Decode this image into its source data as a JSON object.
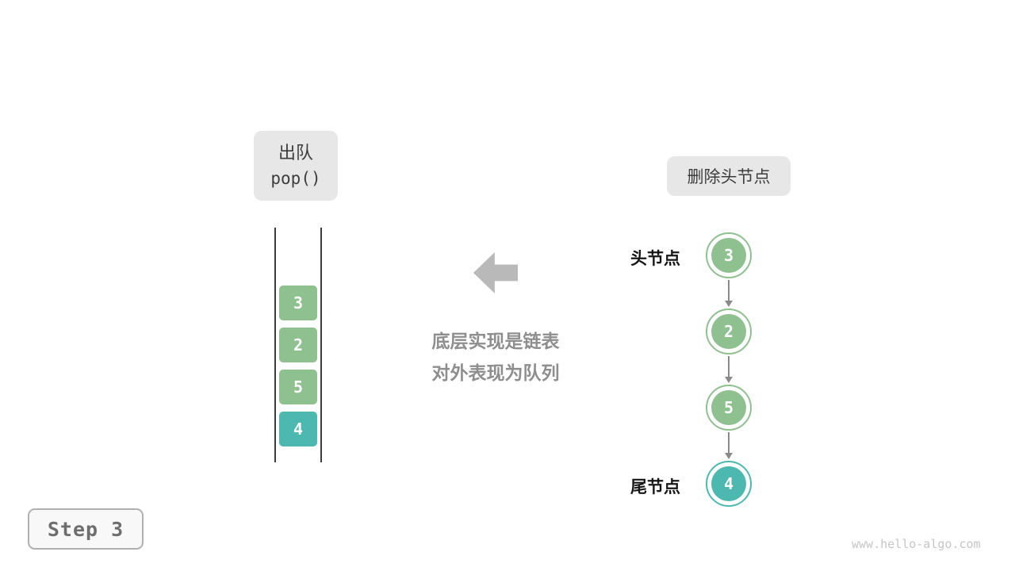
{
  "operation_box": {
    "line1": "出队",
    "line2": "pop()"
  },
  "action_box": {
    "label": "删除头节点"
  },
  "queue": {
    "items": [
      {
        "value": "3",
        "color": "green"
      },
      {
        "value": "2",
        "color": "green"
      },
      {
        "value": "5",
        "color": "green"
      },
      {
        "value": "4",
        "color": "teal"
      }
    ]
  },
  "linked_list": {
    "head_label": "头节点",
    "tail_label": "尾节点",
    "nodes": [
      {
        "value": "3",
        "color": "green"
      },
      {
        "value": "2",
        "color": "green"
      },
      {
        "value": "5",
        "color": "green"
      },
      {
        "value": "4",
        "color": "teal"
      }
    ]
  },
  "caption": {
    "line1": "底层实现是链表",
    "line2": "对外表现为队列"
  },
  "step_badge": "Step 3",
  "watermark": "www.hello-algo.com",
  "colors": {
    "green": "#8FC08F",
    "teal": "#4DB8B0",
    "label_bg": "#E7E7E7",
    "arrow_gray": "#B9B9B9",
    "link_gray": "#8A8A8A"
  }
}
